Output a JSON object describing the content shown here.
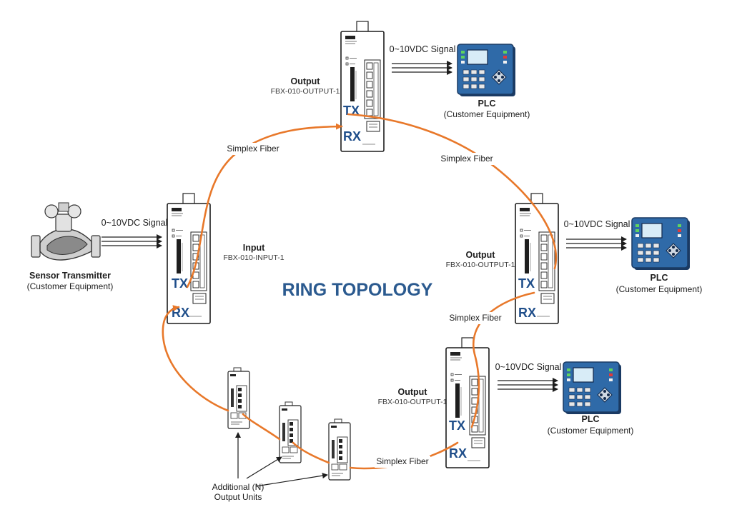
{
  "title": "RING TOPOLOGY",
  "colors": {
    "fiber": "#e8782a",
    "title": "#2b5a8f",
    "txrx": "#1f4e8a",
    "plc_body": "#2f6aa8"
  },
  "sensor": {
    "name": "Sensor Transmitter",
    "sub": "(Customer Equipment)",
    "signal": "0~10VDC Signal"
  },
  "input_unit": {
    "name": "Input",
    "model": "FBX-010-INPUT-1",
    "tx": "TX",
    "rx": "RX"
  },
  "output_top": {
    "name": "Output",
    "model": "FBX-010-OUTPUT-1",
    "tx": "TX",
    "rx": "RX",
    "signal": "0~10VDC Signal"
  },
  "output_right": {
    "name": "Output",
    "model": "FBX-010-OUTPUT-1",
    "tx": "TX",
    "rx": "RX",
    "signal": "0~10VDC Signal"
  },
  "output_bottom": {
    "name": "Output",
    "model": "FBX-010-OUTPUT-1",
    "tx": "TX",
    "rx": "RX",
    "signal": "0~10VDC Signal"
  },
  "plc_top": {
    "name": "PLC",
    "sub": "(Customer Equipment)"
  },
  "plc_right": {
    "name": "PLC",
    "sub": "(Customer Equipment)"
  },
  "plc_bottom": {
    "name": "PLC",
    "sub": "(Customer Equipment)"
  },
  "fibers": {
    "top_left": "Simplex Fiber",
    "top_right": "Simplex Fiber",
    "right": "Simplex Fiber",
    "bottom": "Simplex Fiber"
  },
  "additional_units": {
    "line1": "Additional (N)",
    "line2": "Output Units"
  },
  "icons": {
    "sensor": "flow-meter-icon",
    "plc": "plc-controller-icon",
    "module": "fiber-converter-module-icon"
  }
}
